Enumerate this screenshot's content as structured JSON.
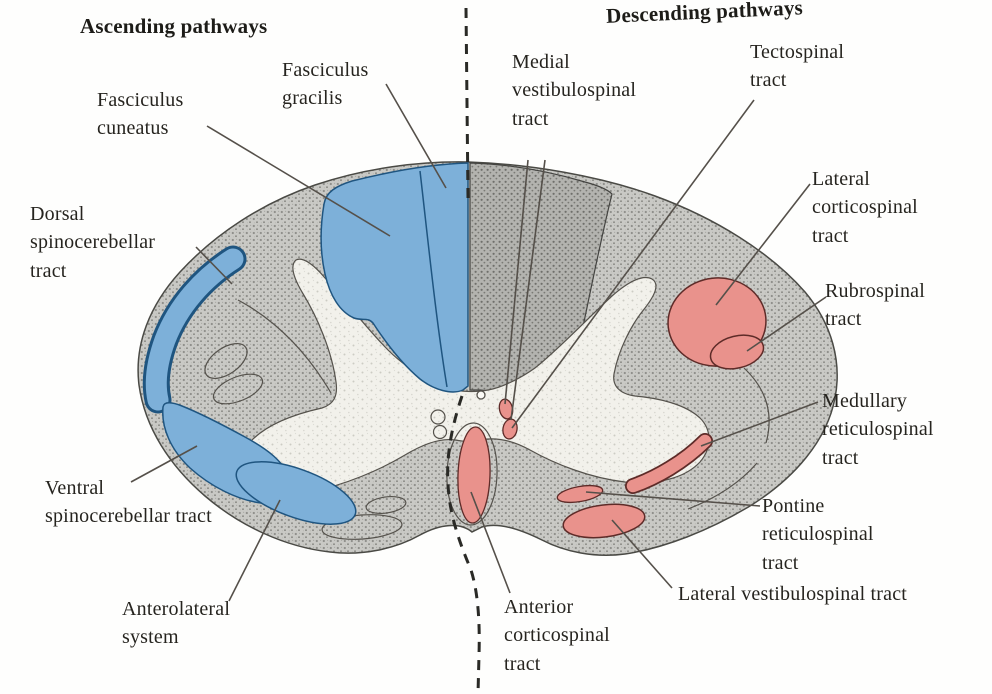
{
  "titles": {
    "ascending": "Ascending pathways",
    "descending": "Descending pathways"
  },
  "legend_colors": {
    "ascending_highlight": "#7db0d9",
    "ascending_outline": "#1f5580",
    "descending_highlight": "#e9928c",
    "descending_outline": "#5e2b28"
  },
  "labels": {
    "fasciculus_cuneatus": "Fasciculus cuneatus",
    "fasciculus_gracilis": "Fasciculus gracilis",
    "dorsal_spinocerebellar_tract": "Dorsal spinocerebellar tract",
    "ventral_spinocerebellar_tract": "Ventral spinocerebellar tract",
    "anterolateral_system": "Anterolateral system",
    "medial_vestibulospinal_tract": "Medial vestibulospinal tract",
    "tectospinal_tract": "Tectospinal tract",
    "lateral_corticospinal_tract": "Lateral corticospinal tract",
    "rubrospinal_tract": "Rubrospinal tract",
    "medullary_reticulospinal_tract": "Medullary reticulospinal tract",
    "pontine_reticulospinal_tract": "Pontine reticulospinal tract",
    "lateral_vestibulospinal_tract": "Lateral vestibulospinal tract",
    "anterior_corticospinal_tract": "Anterior corticospinal tract"
  }
}
